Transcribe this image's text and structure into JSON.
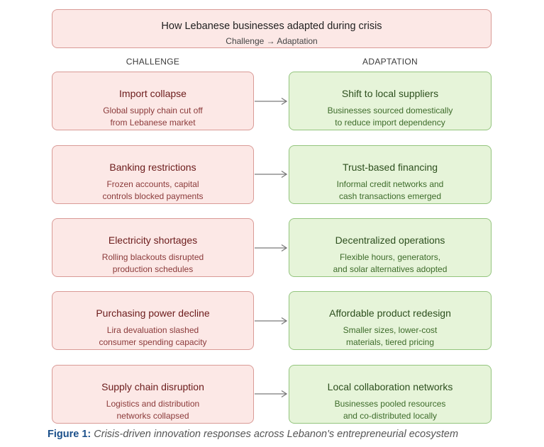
{
  "header": {
    "title": "How Lebanese businesses adapted during crisis",
    "subtitle": "Challenge → Adaptation"
  },
  "columns": {
    "challenge": "CHALLENGE",
    "adaptation": "ADAPTATION"
  },
  "rows": [
    {
      "challenge": {
        "title": "Import collapse",
        "line1": "Global supply chain cut off",
        "line2": "from Lebanese market"
      },
      "adaptation": {
        "title": "Shift to local suppliers",
        "line1": "Businesses sourced domestically",
        "line2": "to reduce import dependency"
      }
    },
    {
      "challenge": {
        "title": "Banking restrictions",
        "line1": "Frozen accounts, capital",
        "line2": "controls blocked payments"
      },
      "adaptation": {
        "title": "Trust-based financing",
        "line1": "Informal credit networks and",
        "line2": "cash transactions emerged"
      }
    },
    {
      "challenge": {
        "title": "Electricity shortages",
        "line1": "Rolling blackouts disrupted",
        "line2": "production schedules"
      },
      "adaptation": {
        "title": "Decentralized operations",
        "line1": "Flexible hours, generators,",
        "line2": "and solar alternatives adopted"
      }
    },
    {
      "challenge": {
        "title": "Purchasing power decline",
        "line1": "Lira devaluation slashed",
        "line2": "consumer spending capacity"
      },
      "adaptation": {
        "title": "Affordable product redesign",
        "line1": "Smaller sizes, lower-cost",
        "line2": "materials, tiered pricing"
      }
    },
    {
      "challenge": {
        "title": "Supply chain disruption",
        "line1": "Logistics and distribution",
        "line2": "networks collapsed"
      },
      "adaptation": {
        "title": "Local collaboration networks",
        "line1": "Businesses pooled resources",
        "line2": "and co-distributed locally"
      }
    }
  ],
  "caption": {
    "label": "Figure 1:",
    "text": "Crisis-driven innovation responses across Lebanon's entrepreneurial ecosystem"
  },
  "colors": {
    "challenge_fill": "#fce8e6",
    "challenge_border": "#d99a96",
    "adaptation_fill": "#e6f4d9",
    "adaptation_border": "#93c47d",
    "arrow": "#7a7a7a",
    "caption_label": "#1a4f8a"
  }
}
